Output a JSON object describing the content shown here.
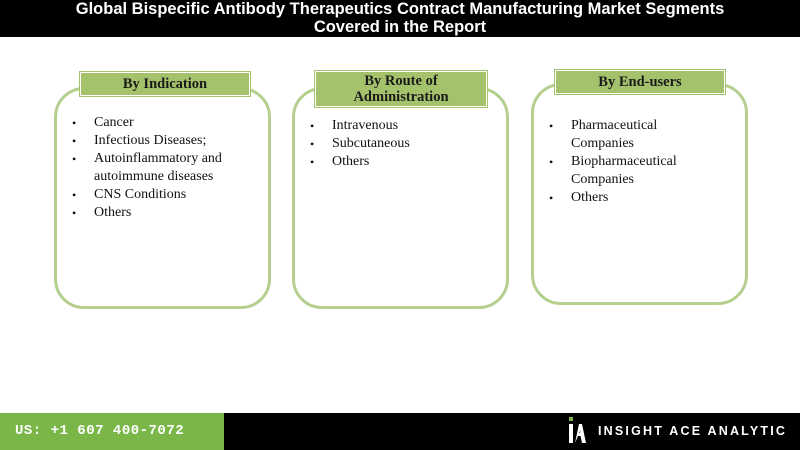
{
  "title": {
    "line1": "Global Bispecific Antibody Therapeutics Contract Manufacturing Market Segments",
    "line2": "Covered in the Report"
  },
  "segments": [
    {
      "label_lines": [
        "By Indication"
      ],
      "items": [
        [
          "Cancer"
        ],
        [
          "Infectious Diseases;"
        ],
        [
          "Autoinflammatory and",
          "autoimmune diseases"
        ],
        [
          "CNS Conditions"
        ],
        [
          "Others"
        ]
      ]
    },
    {
      "label_lines": [
        "By Route of",
        "Administration"
      ],
      "items": [
        [
          "Intravenous"
        ],
        [
          "Subcutaneous"
        ],
        [
          "Others"
        ]
      ]
    },
    {
      "label_lines": [
        "By End-users"
      ],
      "items": [
        [
          "Pharmaceutical",
          "Companies"
        ],
        [
          "Biopharmaceutical",
          "Companies"
        ],
        [
          "Others"
        ]
      ]
    }
  ],
  "footer": {
    "phone": "US: +1 607 400-7072",
    "brand": "INSIGHT ACE ANALYTIC"
  },
  "colors": {
    "accent_green": "#7ab648",
    "label_green": "#a4c26c",
    "border_green": "#b5cf8e",
    "bar_black": "#000000"
  },
  "icons": {
    "bullet": "bullet-dot-icon",
    "logo": "insight-ace-logo-icon"
  }
}
